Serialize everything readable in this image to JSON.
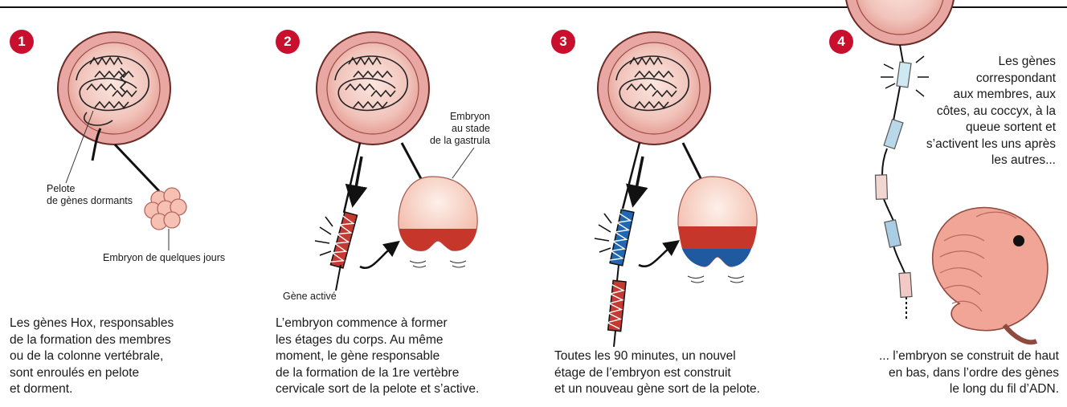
{
  "steps": [
    {
      "number": "1",
      "labels": {
        "cluster": [
          "Pelote",
          "de gènes dormants"
        ],
        "embryo": "Embryon de quelques jours"
      },
      "caption": [
        "Les gènes Hox, responsables",
        "de la formation des membres",
        "ou de la colonne vertébrale,",
        "sont enroulés en pelote",
        "et dorment."
      ]
    },
    {
      "number": "2",
      "labels": {
        "embryo": [
          "Embryon",
          "au stade",
          "de la gastrula"
        ],
        "gene": "Gène activé"
      },
      "caption": [
        "L’embryon commence à former",
        "les étages du corps. Au même",
        "moment, le gène responsable",
        "de la formation de la 1re vertèbre",
        "cervicale sort de la pelote et s’active."
      ]
    },
    {
      "number": "3",
      "caption": [
        "Toutes les 90 minutes, un nouvel",
        "étage de l’embryon est construit",
        "et un nouveau gène sort de la pelote."
      ]
    },
    {
      "number": "4",
      "side_text": [
        "Les gènes",
        "correspondant",
        "aux membres, aux",
        "côtes, au coccyx, à la",
        "queue sortent et",
        "s’activent les uns après",
        "les autres..."
      ],
      "caption": [
        "... l’embryon se construit de haut",
        "en bas, dans l’ordre des gènes",
        "le long du fil d’ADN."
      ]
    }
  ],
  "colors": {
    "badge": "#c8102e",
    "cell_outer": "#e8a7a2",
    "cell_inner": "#f4d3cc",
    "embryo_body": "#f8d4c6",
    "embryo_red": "#c7362b",
    "embryo_blue": "#1f5aa0",
    "gene_red": "#c43a33",
    "gene_blue": "#2166b0",
    "gene_light_blue": "#9ed0e8"
  }
}
